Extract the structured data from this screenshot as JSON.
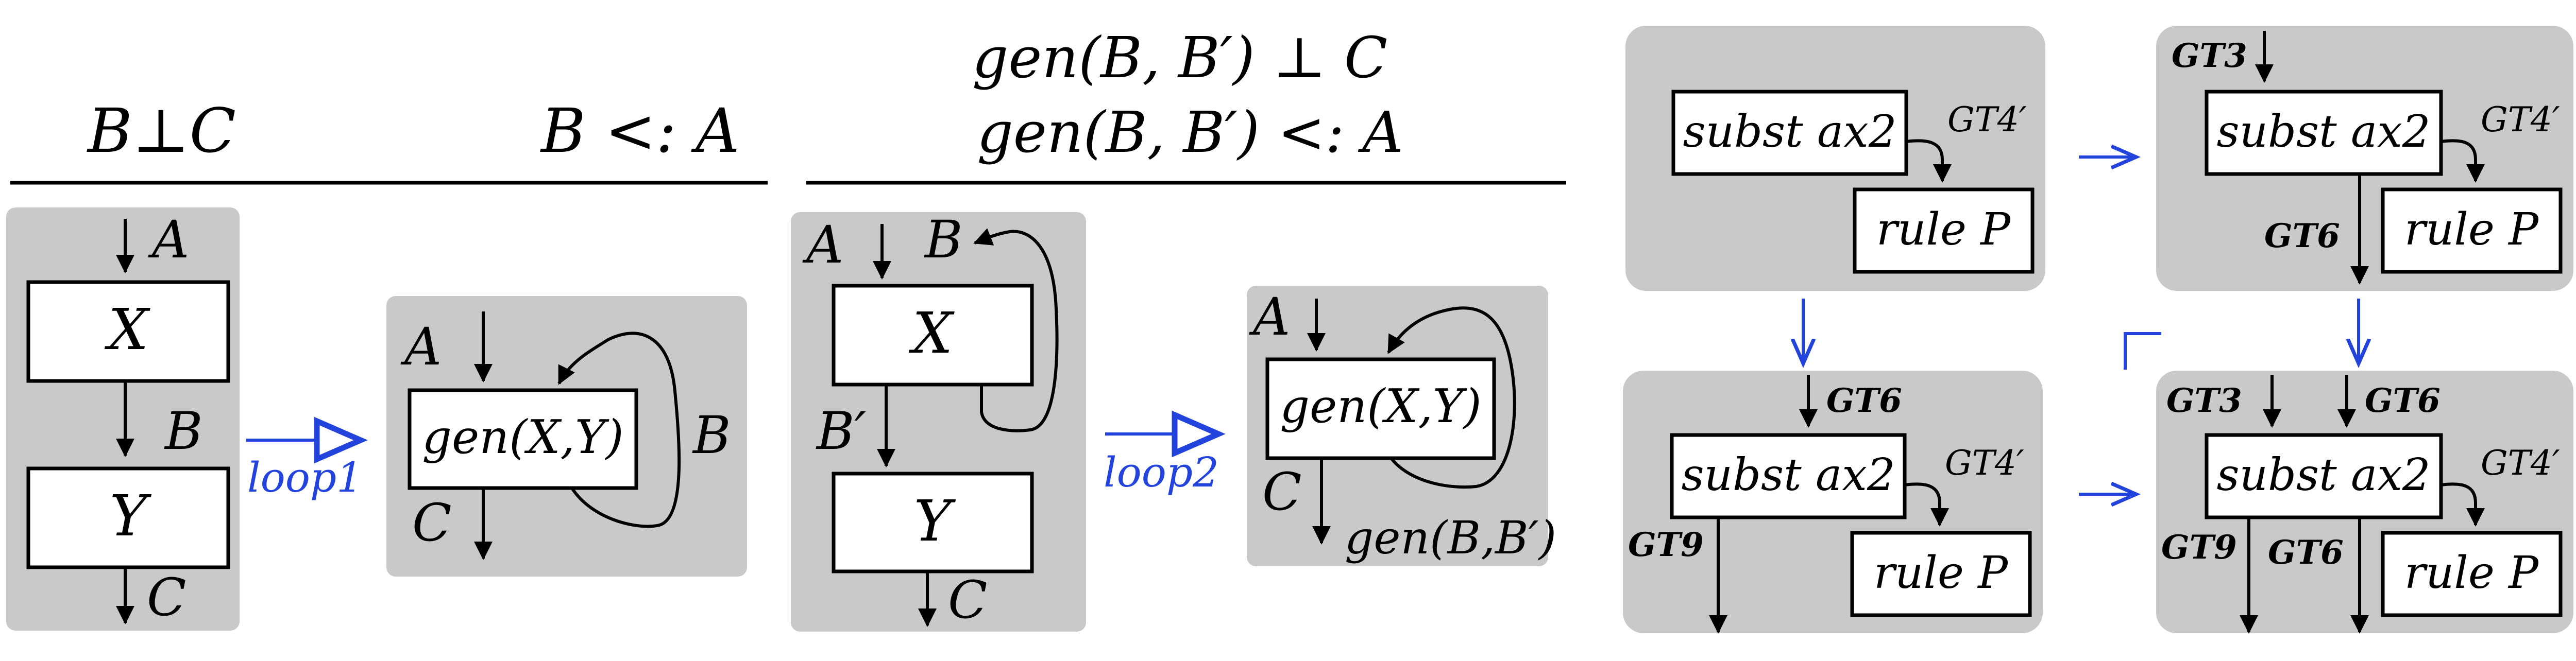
{
  "left": {
    "premise1": "B⊥C",
    "premise2": "B <: A",
    "pipe1": {
      "a": "A",
      "x": "X",
      "b": "B",
      "y": "Y",
      "c": "C"
    },
    "loop_label": "loop1",
    "gen1": {
      "a": "A",
      "gen": "gen(X,Y)",
      "b": "B",
      "c": "C"
    }
  },
  "middle": {
    "premise1": "gen(B, B′) ⊥ C",
    "premise2": "gen(B, B′) <: A",
    "pipe2": {
      "a": "A",
      "b": "B",
      "x": "X",
      "bprime": "B′",
      "y": "Y",
      "c": "C"
    },
    "loop_label": "loop2",
    "gen2": {
      "a": "A",
      "gen": "gen(X,Y)",
      "c": "C",
      "out": "gen(B,B′)"
    }
  },
  "right": {
    "p1": {
      "subst": "subst ax2",
      "rule": "rule P",
      "gt4": "GT4′"
    },
    "p2": {
      "subst": "subst ax2",
      "rule": "rule P",
      "gt4": "GT4′",
      "gt3": "GT3",
      "gt6": "GT6"
    },
    "p3": {
      "subst": "subst ax2",
      "rule": "rule P",
      "gt4": "GT4′",
      "gt6": "GT6",
      "gt9": "GT9"
    },
    "p4": {
      "subst": "subst ax2",
      "rule": "rule P",
      "gt4": "GT4′",
      "gt3": "GT3",
      "gt6_top": "GT6",
      "gt9": "GT9",
      "gt6_bottom": "GT6"
    }
  },
  "colors": {
    "panel": "#c9c9c9",
    "arrow_blue": "#2244dd"
  }
}
